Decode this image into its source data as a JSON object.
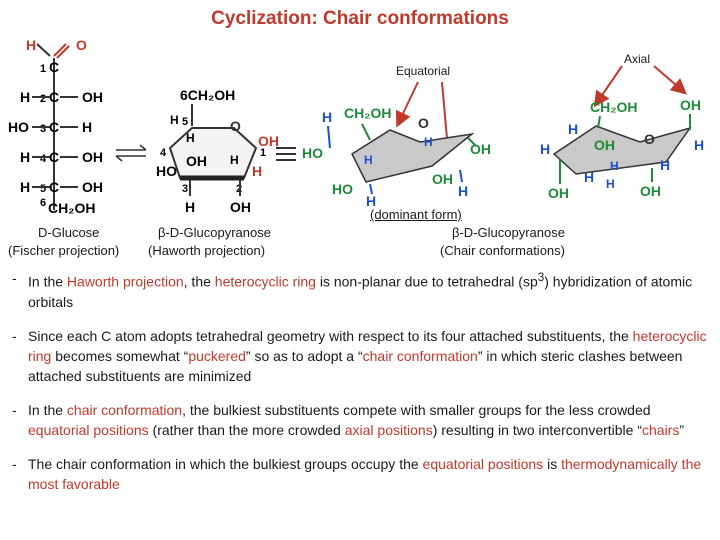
{
  "title": "Cyclization: Chair conformations",
  "colors": {
    "accent": "#c0392b",
    "ring_blue": "#1f4fd1",
    "oh_green": "#1e8a3a",
    "ring_fill": "#c9c9c9"
  },
  "labels": {
    "equatorial": "Equatorial",
    "axial": "Axial",
    "glucose_name": "D-Glucose",
    "fischer": "(Fischer projection)",
    "haworth_name": "β-D-Glucopyranose",
    "haworth": "(Haworth projection)",
    "dominant": "(dominant form)",
    "chair_name": "β-D-Glucopyranose",
    "chair": "(Chair conformations)"
  },
  "fischer": {
    "top_h": "H",
    "top_o": "O",
    "rows": [
      {
        "num": "1",
        "left": "",
        "c": "C",
        "right": ""
      },
      {
        "num": "2",
        "left": "H",
        "c": "C",
        "right": "OH"
      },
      {
        "num": "3",
        "left": "HO",
        "c": "C",
        "right": "H"
      },
      {
        "num": "4",
        "left": "H",
        "c": "C",
        "right": "OH"
      },
      {
        "num": "5",
        "left": "H",
        "c": "C",
        "right": "OH"
      }
    ],
    "bottom_num": "6",
    "bottom": "CH₂OH"
  },
  "haworth": {
    "c6": "6CH₂OH",
    "n5": "5",
    "n4": "4",
    "n3": "3",
    "n2": "2",
    "n1": "1",
    "ring_o": "O",
    "oh1": "OH",
    "h1": "H",
    "h5": "H",
    "h4": "H",
    "oh4": "OH",
    "ho3": "HO",
    "h2": "H",
    "h3": "H",
    "oh2": "OH"
  },
  "chair1": {
    "ch2oh": "CH₂OH",
    "h_top": "H",
    "o": "O",
    "ho_left": "HO",
    "h_l": "H",
    "h_mid": "H",
    "oh_right": "OH",
    "ho_bot": "HO",
    "h_b": "H",
    "oh_bot": "OH",
    "h_bot": "H"
  },
  "chair2": {
    "ch2oh": "CH₂OH",
    "oh_ax": "OH",
    "h_right": "H",
    "h_left": "H",
    "o": "O",
    "h_l": "H",
    "oh_mid": "OH",
    "h_mid": "H",
    "h_far": "H",
    "h_r2": "H",
    "oh_bot": "OH",
    "oh_r": "OH",
    "h_bot": "H"
  },
  "bullets": [
    {
      "parts": [
        {
          "t": "In the ",
          "c": ""
        },
        {
          "t": "Haworth projection",
          "c": "red"
        },
        {
          "t": ", the ",
          "c": ""
        },
        {
          "t": "heterocyclic ring",
          "c": "red"
        },
        {
          "t": " is non-planar due to tetrahedral (sp",
          "c": ""
        },
        {
          "t": "3",
          "c": "sup"
        },
        {
          "t": ") hybridization of atomic orbitals",
          "c": ""
        }
      ]
    },
    {
      "parts": [
        {
          "t": "Since each C atom adopts tetrahedral geometry with respect to its four attached substituents, the ",
          "c": ""
        },
        {
          "t": "heterocyclic ring",
          "c": "red"
        },
        {
          "t": " becomes somewhat “",
          "c": ""
        },
        {
          "t": "puckered",
          "c": "red"
        },
        {
          "t": "” so as to adopt a “",
          "c": ""
        },
        {
          "t": "chair conformation",
          "c": "red"
        },
        {
          "t": "” in which steric clashes between attached substituents are minimized",
          "c": ""
        }
      ]
    },
    {
      "parts": [
        {
          "t": "In the ",
          "c": ""
        },
        {
          "t": "chair conformation",
          "c": "red"
        },
        {
          "t": ", the bulkiest substituents compete with smaller groups for the less crowded ",
          "c": ""
        },
        {
          "t": "equatorial positions",
          "c": "red"
        },
        {
          "t": " (rather than the more crowded ",
          "c": ""
        },
        {
          "t": "axial positions",
          "c": "red"
        },
        {
          "t": ") resulting in two interconvertible “",
          "c": ""
        },
        {
          "t": "chairs",
          "c": "red"
        },
        {
          "t": "”",
          "c": ""
        }
      ]
    },
    {
      "parts": [
        {
          "t": "The chair conformation in which the bulkiest groups occupy the ",
          "c": ""
        },
        {
          "t": "equatorial positions",
          "c": "red"
        },
        {
          "t": " is ",
          "c": ""
        },
        {
          "t": "thermodynamically the most favorable",
          "c": "red"
        }
      ]
    }
  ]
}
